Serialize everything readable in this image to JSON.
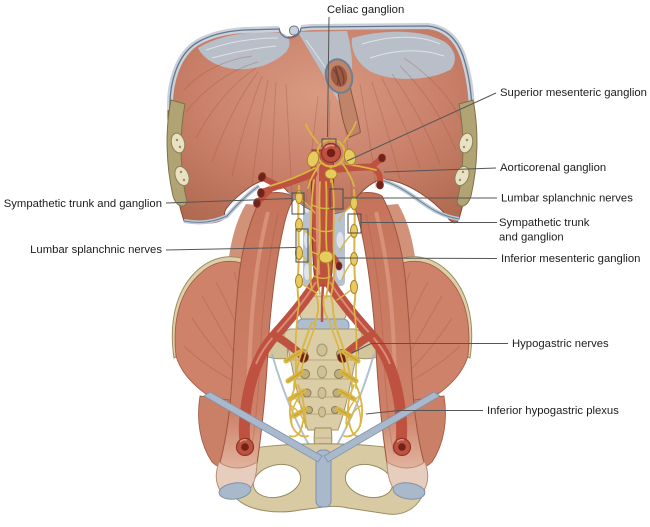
{
  "labels": {
    "celiac_ganglion": "Celiac ganglion",
    "superior_mesenteric_ganglion": "Superior mesenteric ganglion",
    "aorticorenal_ganglion": "Aorticorenal ganglion",
    "lumbar_splanchnic_nerves_right": "Lumbar splanchnic nerves",
    "sympathetic_trunk_right_1": "Sympathetic trunk",
    "sympathetic_trunk_right_2": "and ganglion",
    "inferior_mesenteric_ganglion": "Inferior mesenteric ganglion",
    "hypogastric_nerves": "Hypogastric nerves",
    "inferior_hypogastric_plexus": "Inferior hypogastric plexus",
    "sympathetic_trunk_left": "Sympathetic trunk and ganglion",
    "lumbar_splanchnic_nerves_left": "Lumbar splanchnic nerves"
  },
  "colors": {
    "background": "#ffffff",
    "muscle": "#c9806a",
    "muscle_deep": "#a4583f",
    "central_tendon": "#b9bfc8",
    "bone": "#d8cba3",
    "cartilage_blue": "#a9b9cb",
    "artery": "#bf5140",
    "artery_cut": "#6e241a",
    "nerve_yellow": "#d9b542",
    "leader_line": "#555555",
    "label_text": "#1c1c1c"
  }
}
